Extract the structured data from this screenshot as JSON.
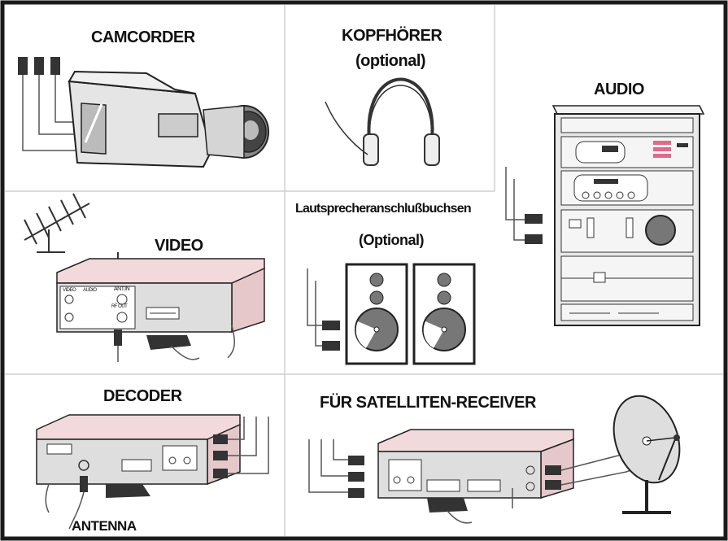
{
  "panels": {
    "camcorder": {
      "title": "CAMCORDER"
    },
    "headphones": {
      "title": "KOPFHÖRER",
      "subtitle": "(optional)"
    },
    "audio": {
      "title": "AUDIO"
    },
    "video": {
      "title": "VIDEO",
      "jack_labels": [
        "VIDEO",
        "AUDIO",
        "ANT.IN",
        "RF OUT"
      ]
    },
    "speakers": {
      "title": "Lautsprecheranschlußbuchsen",
      "subtitle": "(Optional)"
    },
    "decoder": {
      "title": "DECODER",
      "antenna_label": "ANTENNA"
    },
    "satellite": {
      "title": "FÜR SATELLITEN-RECEIVER"
    }
  },
  "colors": {
    "border": "#1a1a1a",
    "grid_line": "#cfcfcf",
    "device_body": "#dedede",
    "device_top": "#f2d9db",
    "device_dark": "#555555"
  }
}
